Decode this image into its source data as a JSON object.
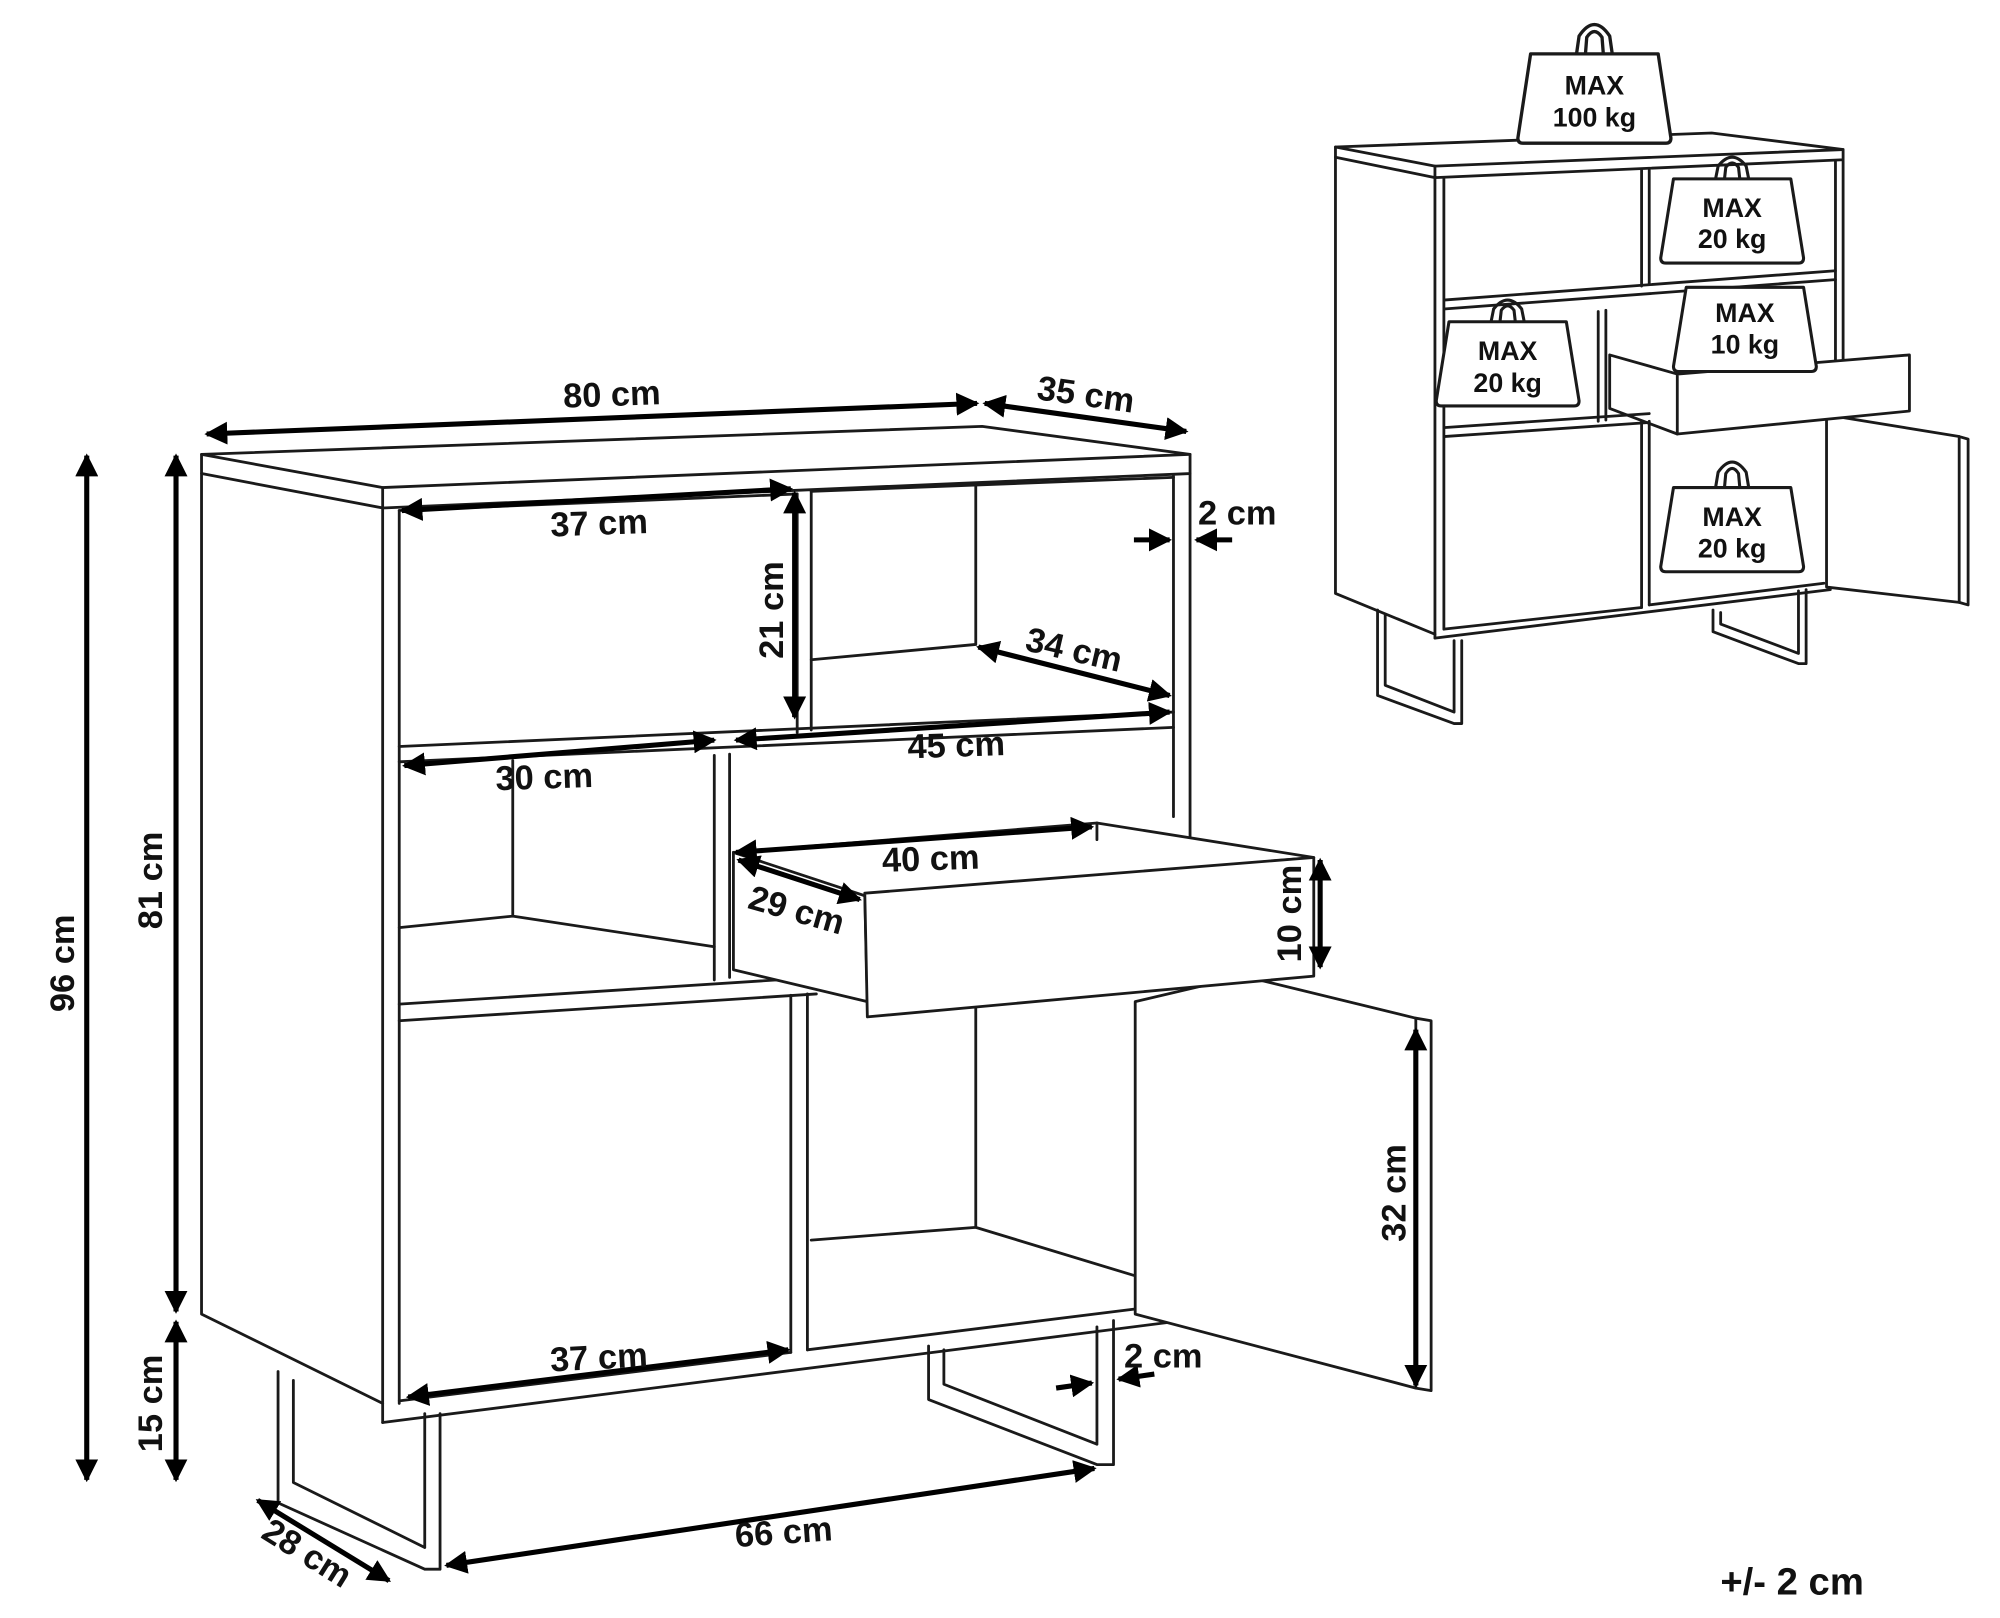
{
  "dimensions": {
    "width_total": "80 cm",
    "depth_total": "35 cm",
    "top_left_width": "37 cm",
    "top_left_height": "21 cm",
    "panel_thickness_top": "2 cm",
    "top_right_depth": "34 cm",
    "middle_left_width": "30 cm",
    "drawer_slot_width": "45 cm",
    "drawer_width": "40 cm",
    "drawer_depth": "29 cm",
    "drawer_height": "10 cm",
    "total_height": "96 cm",
    "body_height": "81 cm",
    "door_height": "32 cm",
    "leg_height": "15 cm",
    "bottom_left_width": "37 cm",
    "panel_thickness_bottom": "2 cm",
    "leg_span_width": "66 cm",
    "leg_depth": "28 cm"
  },
  "tolerance": "+/- 2 cm",
  "load_limits": [
    {
      "label": "MAX",
      "value": "100 kg"
    },
    {
      "label": "MAX",
      "value": "20 kg"
    },
    {
      "label": "MAX",
      "value": "10 kg"
    },
    {
      "label": "MAX",
      "value": "20 kg"
    },
    {
      "label": "MAX",
      "value": "20 kg"
    }
  ]
}
